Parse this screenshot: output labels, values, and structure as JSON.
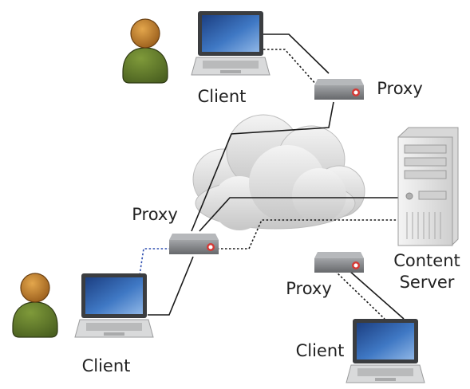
{
  "labels": {
    "client_top": "Client",
    "proxy_top": "Proxy",
    "proxy_mid": "Proxy",
    "client_bottom_left": "Client",
    "proxy_bottom_right": "Proxy",
    "client_bottom_right": "Client",
    "server_line1": "Content",
    "server_line2": "Server"
  },
  "icons": [
    "user-icon",
    "laptop-icon",
    "proxy-device-icon",
    "cloud-icon",
    "server-tower-icon"
  ],
  "colors": {
    "user_head": "#c9872f",
    "user_body": "#5f7a2a",
    "laptop_screen": "#3a6fb8",
    "proxy_box": "#7b7d80",
    "proxy_led": "#d43a36",
    "cloud": "#d4d4d4",
    "server": "#e6e6e6",
    "link_dotted_blue": "#2f4fb0"
  }
}
